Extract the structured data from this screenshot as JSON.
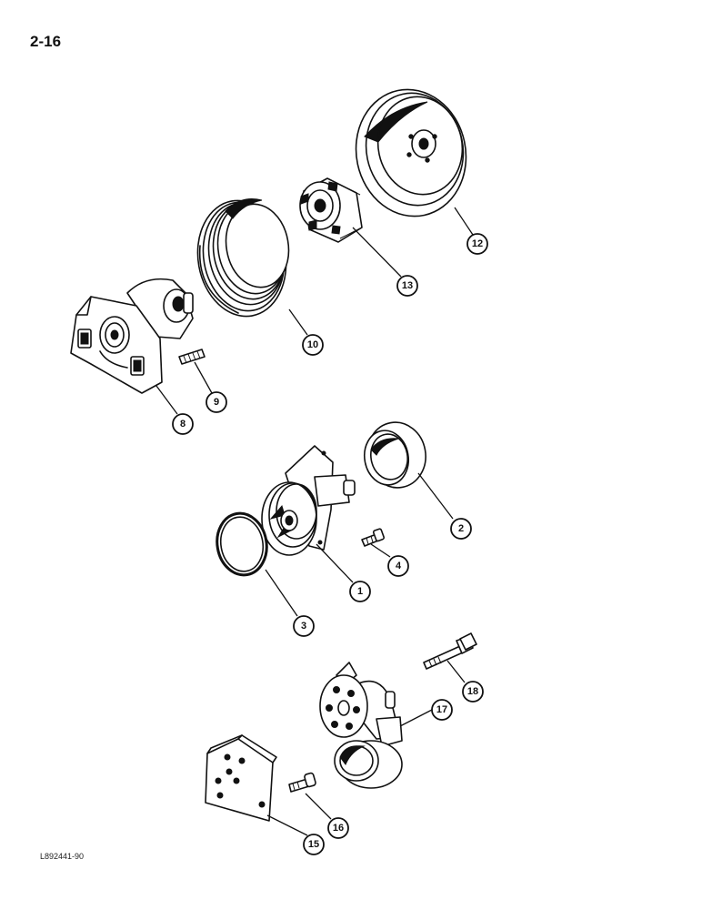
{
  "page": {
    "number": "2-16",
    "figure_code": "L892441-90"
  },
  "callouts": [
    {
      "id": "c1",
      "label": "1"
    },
    {
      "id": "c2",
      "label": "2"
    },
    {
      "id": "c3",
      "label": "3"
    },
    {
      "id": "c4",
      "label": "4"
    },
    {
      "id": "c8",
      "label": "8"
    },
    {
      "id": "c9",
      "label": "9"
    },
    {
      "id": "c10",
      "label": "10"
    },
    {
      "id": "c12",
      "label": "12"
    },
    {
      "id": "c13",
      "label": "13"
    },
    {
      "id": "c15",
      "label": "15"
    },
    {
      "id": "c16",
      "label": "16"
    },
    {
      "id": "c17",
      "label": "17"
    },
    {
      "id": "c18",
      "label": "18"
    }
  ],
  "colors": {
    "ink": "#111111",
    "paper": "#ffffff"
  }
}
